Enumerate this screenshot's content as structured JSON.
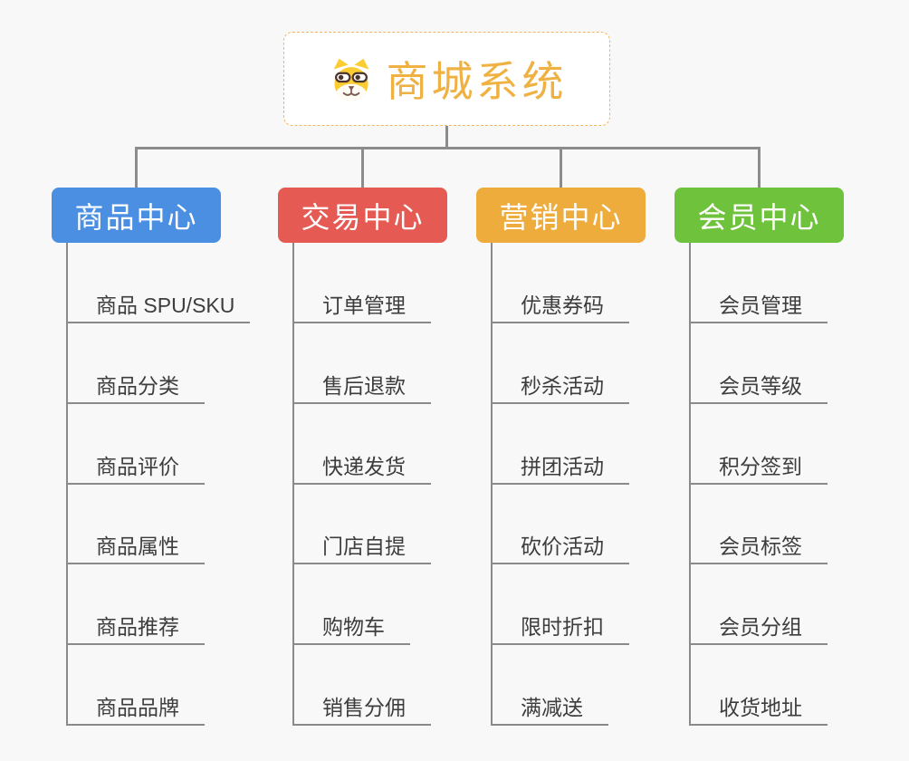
{
  "root": {
    "title": "商城系统",
    "title_color": "#f0b143",
    "border_color": "#f3b45b",
    "icon": "dog-face-icon"
  },
  "connector_color": "#8c8c8c",
  "branches": [
    {
      "label": "商品中心",
      "color": "#4a8fe2",
      "children": [
        "商品 SPU/SKU",
        "商品分类",
        "商品评价",
        "商品属性",
        "商品推荐",
        "商品品牌"
      ]
    },
    {
      "label": "交易中心",
      "color": "#e55a52",
      "children": [
        "订单管理",
        "售后退款",
        "快递发货",
        "门店自提",
        "购物车",
        "销售分佣"
      ]
    },
    {
      "label": "营销中心",
      "color": "#eeac3d",
      "children": [
        "优惠券码",
        "秒杀活动",
        "拼团活动",
        "砍价活动",
        "限时折扣",
        "满减送"
      ]
    },
    {
      "label": "会员中心",
      "color": "#6fc23c",
      "children": [
        "会员管理",
        "会员等级",
        "积分签到",
        "会员标签",
        "会员分组",
        "收货地址"
      ]
    }
  ]
}
